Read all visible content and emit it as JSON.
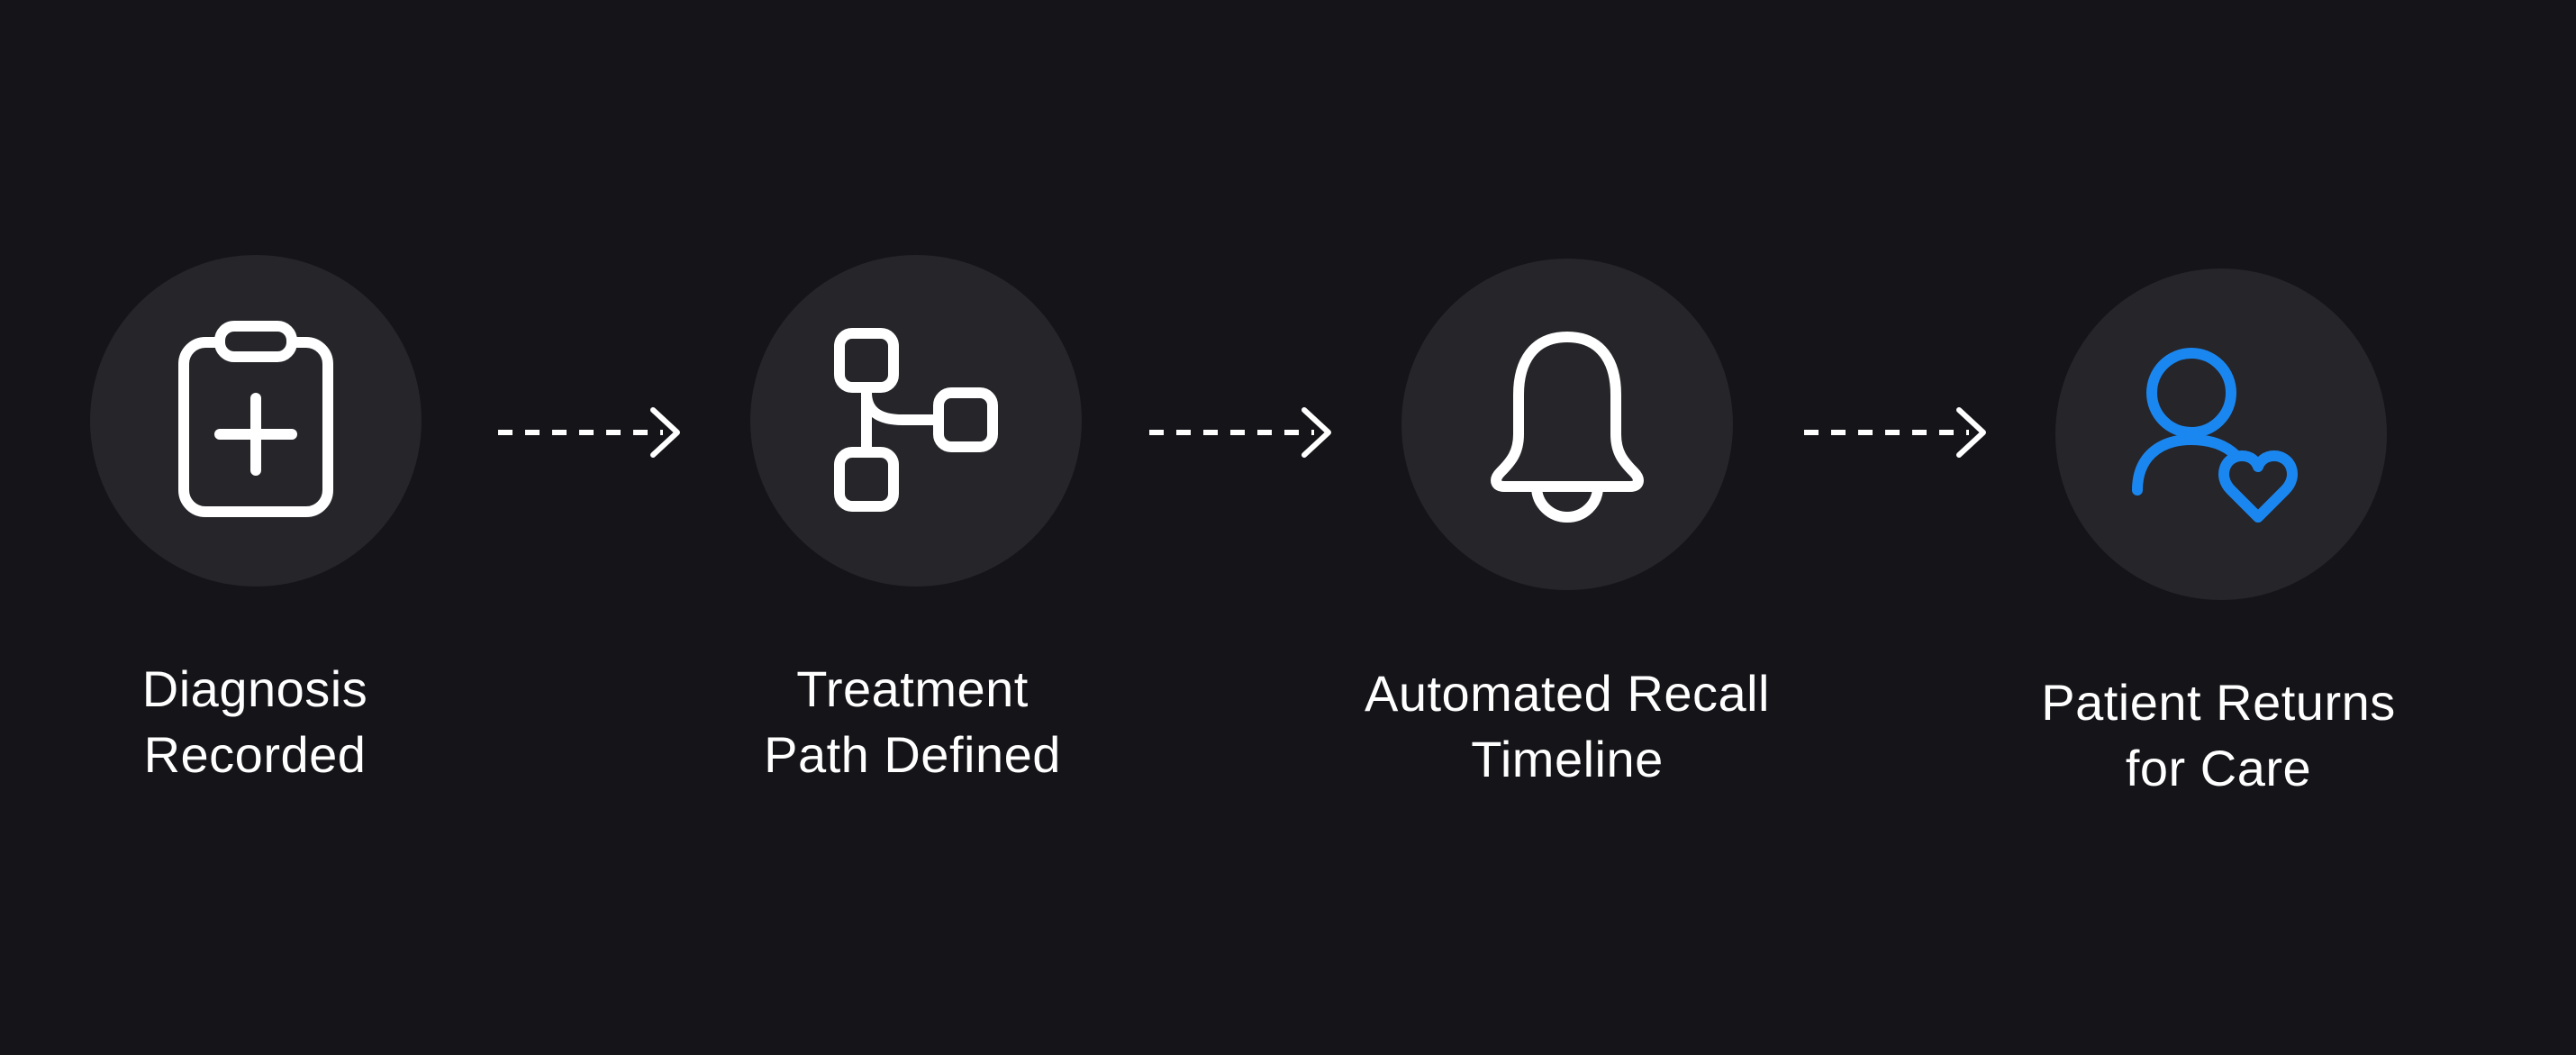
{
  "colors": {
    "background": "#151419",
    "circle": "#25252a",
    "icon": "#ffffff",
    "accent": "#1a87f0"
  },
  "steps": [
    {
      "icon": "clipboard-plus-icon",
      "label_line1": "Diagnosis",
      "label_line2": "Recorded"
    },
    {
      "icon": "git-branch-icon",
      "label_line1": "Treatment",
      "label_line2": "Path Defined"
    },
    {
      "icon": "bell-icon",
      "label_line1": "Automated Recall",
      "label_line2": "Timeline"
    },
    {
      "icon": "user-heart-icon",
      "label_line1": "Patient Returns",
      "label_line2": "for Care"
    }
  ]
}
